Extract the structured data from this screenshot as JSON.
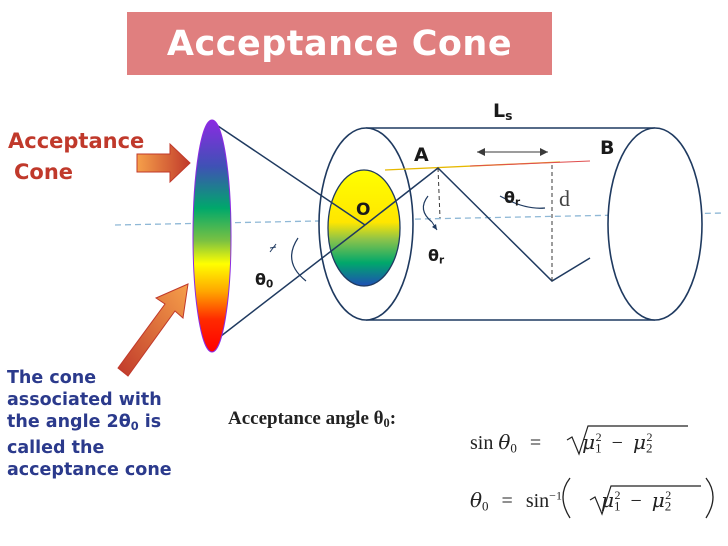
{
  "title": "Acceptance Cone",
  "side_label": {
    "line1": "Acceptance",
    "line2": "Cone"
  },
  "labels": {
    "L": "L",
    "L_sub": "s",
    "A": "A",
    "B": "B",
    "O": "O",
    "theta": "θ",
    "r_sub": "r",
    "zero_sub": "0",
    "d": "d"
  },
  "note": {
    "line1": "The cone",
    "line2": "associated with",
    "line3_pre": "the angle 2θ",
    "line3_sub": "0",
    "line3_post": " is",
    "line4": "called the",
    "line5": "acceptance cone"
  },
  "accept_angle": {
    "text": "Acceptance angle θ",
    "sub": "0",
    "colon": ":"
  },
  "formula1": {
    "sin": "sin",
    "theta": "θ",
    "sub": "0",
    "eq": "=",
    "mu": "μ",
    "one": "1",
    "two": "2",
    "minus": "−"
  },
  "formula2": {
    "theta": "θ",
    "sub": "0",
    "eq": "=",
    "sin": "sin",
    "inv": "−1",
    "mu": "μ",
    "one": "1",
    "two": "2",
    "minus": "−"
  },
  "colors": {
    "banner": "#e07f7f",
    "red_text": "#c0392b",
    "blue_text": "#2b3a8c",
    "arrow_gradient": [
      "#f6a04a",
      "#c0392b"
    ],
    "spectrum": [
      "#8a2be2",
      "#3f51b5",
      "#00a86b",
      "#7ac142",
      "#ffff00",
      "#ffa500",
      "#ff2a00",
      "#ff0000"
    ]
  }
}
